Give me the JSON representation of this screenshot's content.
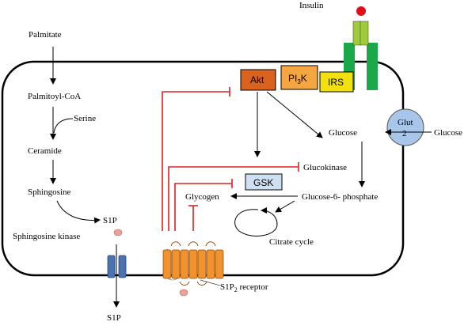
{
  "labels": {
    "insulin": "Insulin",
    "palmitate": "Palmitate",
    "palmitoyl_coa": "Palmitoyl-CoA",
    "serine": "Serine",
    "ceramide": "Ceramide",
    "sphingosine": "Sphingosine",
    "s1p_inside": "S1P",
    "sphingosine_kinase": "Sphingosine kinase",
    "s1p_outside": "S1P",
    "akt": "Akt",
    "pi3k_main": "PI",
    "pi3k_sub": "3",
    "pi3k_end": "K",
    "irs": "IRS",
    "glut_line1": "Glut",
    "glut_line2": "2",
    "glucose_outside": "Glucose",
    "glucose_inside": "Glucose",
    "glucokinase": "Glucokinase",
    "gsk": "GSK",
    "glycogen": "Glycogen",
    "glucose6p": "Glucose-6- phosphate",
    "citrate_cycle": "Citrate cycle",
    "s1p2_receptor_main": "S1P",
    "s1p2_receptor_sub": "2",
    "s1p2_receptor_end": " receptor"
  },
  "colors": {
    "inhibition": "#e02020",
    "activation": "#000000",
    "akt_fill": "#d9621e",
    "pi3k_fill": "#f5a640",
    "irs_fill": "#f2e010",
    "insulin_receptor_outer": "#1aa84a",
    "insulin_receptor_inner": "#9ccc3a",
    "insulin_ligand": "#e0101a",
    "glut_fill": "#a8c6ea",
    "gsk_fill": "#cfe0f2",
    "s1p_channel": "#4a73b0",
    "s1p2_receptor": "#f0922e",
    "s1p_dot": "#e9a39a"
  },
  "icons": {
    "insulin_receptor": "insulin-receptor-icon",
    "glut2": "glut2-transporter-icon",
    "s1p_transporter": "s1p-transporter-icon",
    "s1p2_receptor": "s1p2-receptor-icon"
  }
}
